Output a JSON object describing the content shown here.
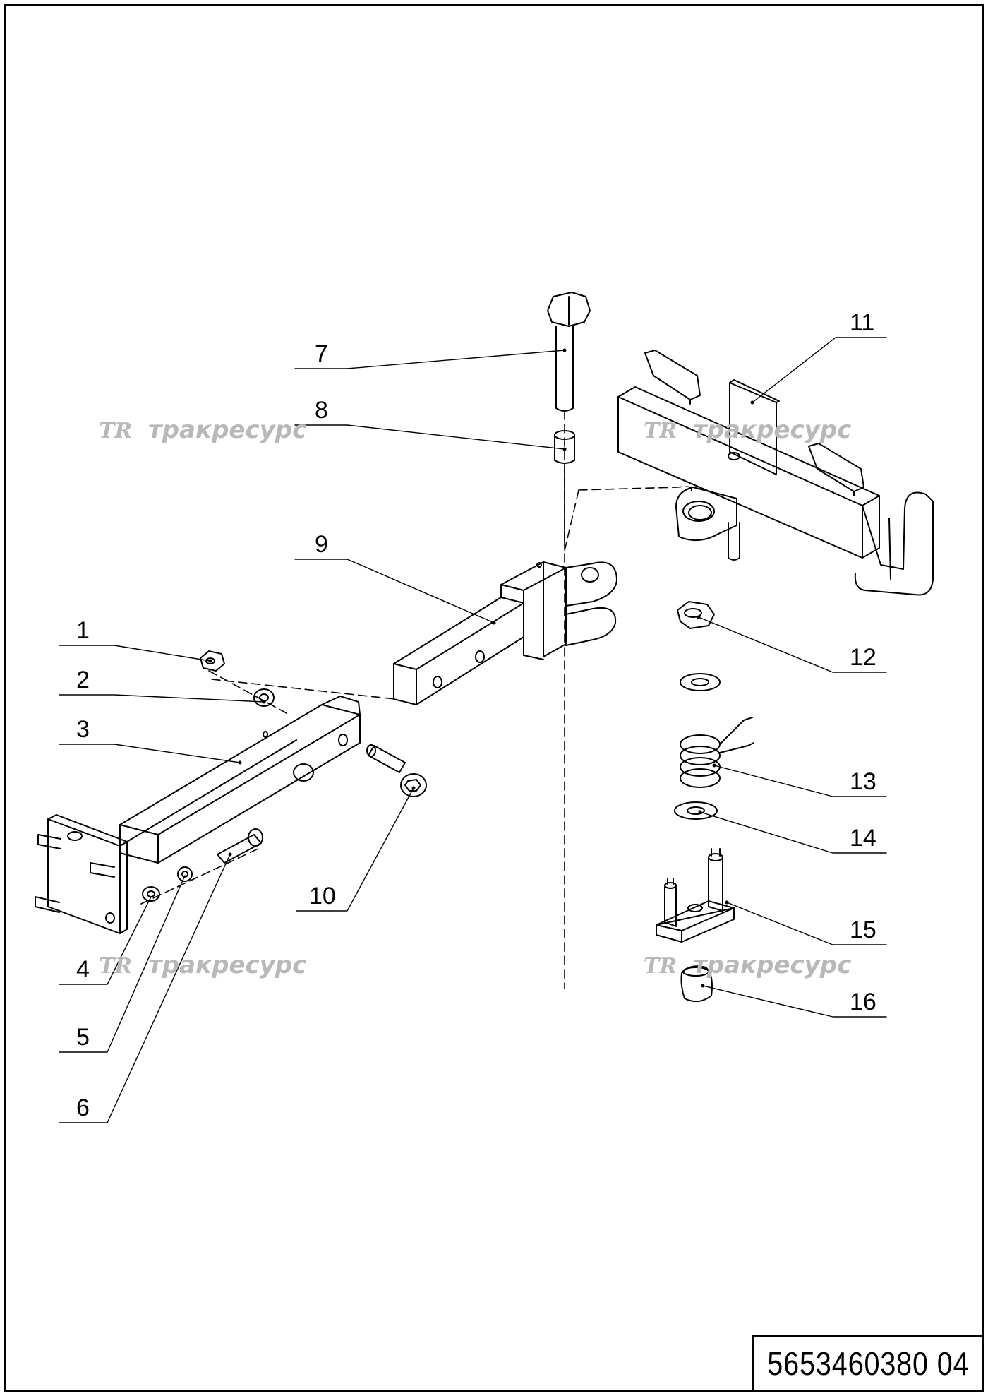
{
  "labels": {
    "p1": "1",
    "p2": "2",
    "p3": "3",
    "p4": "4",
    "p5": "5",
    "p6": "6",
    "p7": "7",
    "p8": "8",
    "p9": "9",
    "p10": "10",
    "p11": "11",
    "p12": "12",
    "p13": "13",
    "p14": "14",
    "p15": "15",
    "p16": "16"
  },
  "watermark": {
    "logo": "TR",
    "text": "тракресурс"
  },
  "drawing_code": "5653460380 04"
}
